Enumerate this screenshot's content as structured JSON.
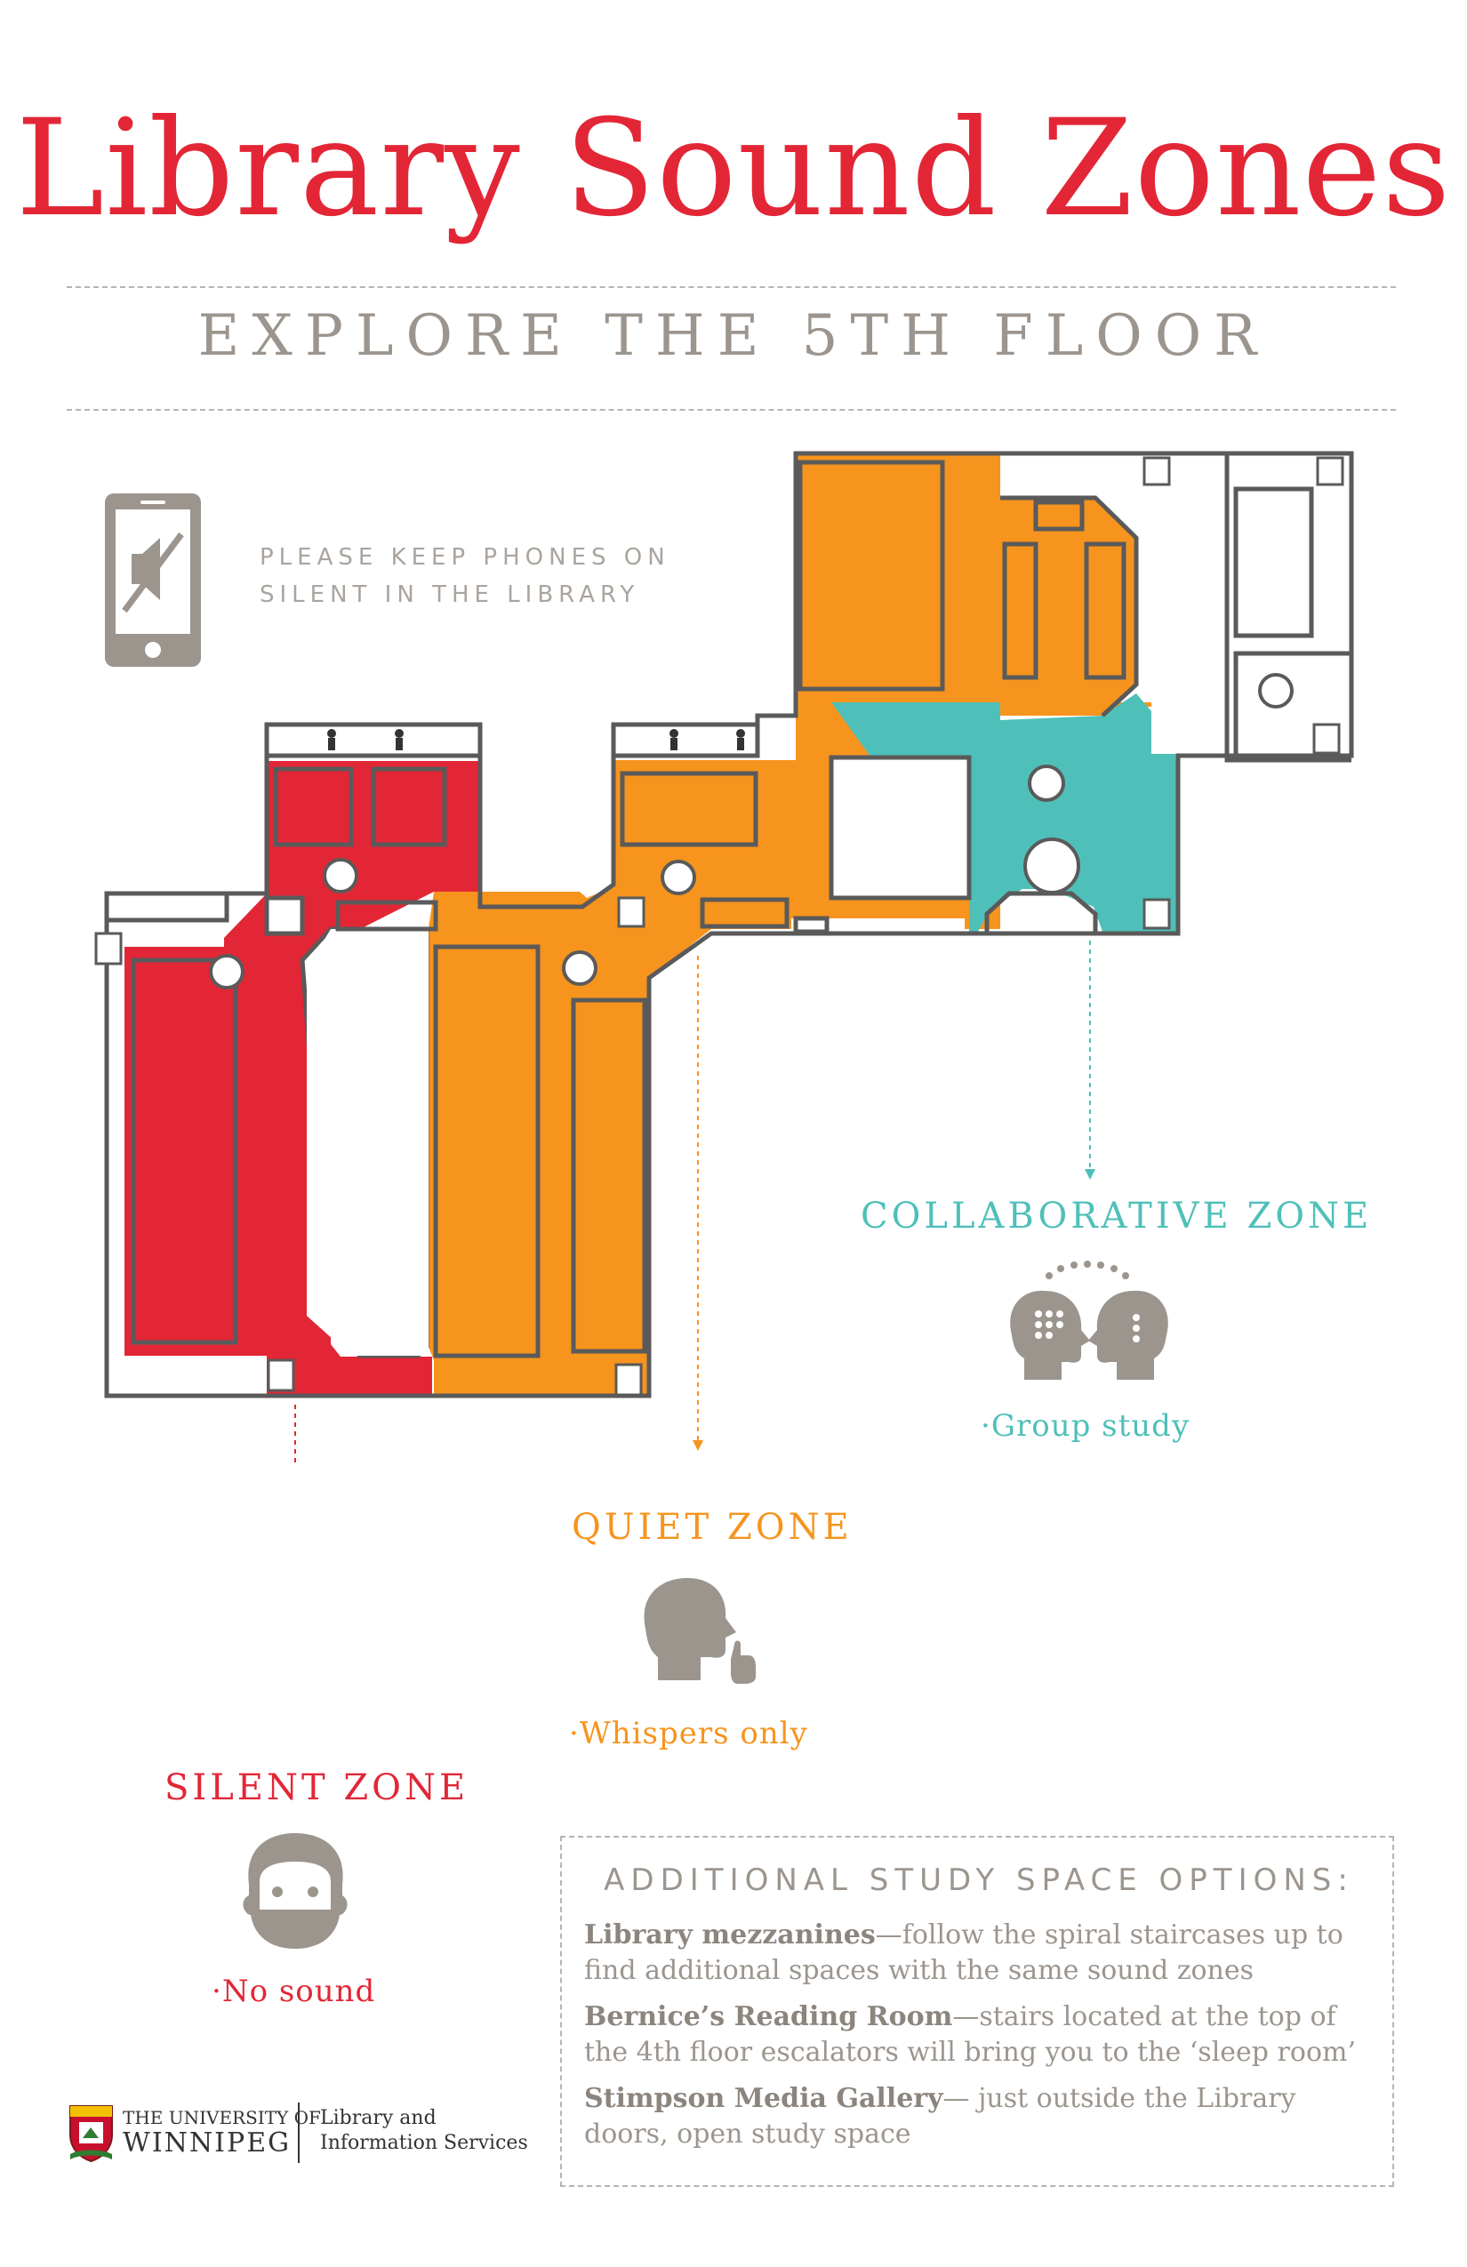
{
  "title": "Library Sound Zones",
  "subtitle": "EXPLORE THE 5TH FLOOR",
  "phone_notice": {
    "line1": "PLEASE KEEP PHONES ON",
    "line2": "SILENT IN THE LIBRARY",
    "icon": "silent-phone-icon"
  },
  "colors": {
    "silent": "#e32636",
    "quiet": "#f7941d",
    "collaborative": "#4fc0b9",
    "walls": "#5a5a5a",
    "text_gray": "#9c958e"
  },
  "zones": {
    "collaborative": {
      "title": "COLLABORATIVE ZONE",
      "bullet": "Group study",
      "icon": "two-heads-talking-icon"
    },
    "quiet": {
      "title": "QUIET ZONE",
      "bullet": "Whispers only",
      "icon": "whispering-head-icon"
    },
    "silent": {
      "title": "SILENT ZONE",
      "bullet": "No sound",
      "icon": "covered-mouth-face-icon"
    }
  },
  "additional": {
    "heading": "ADDITIONAL STUDY  SPACE OPTIONS:",
    "items": [
      {
        "name": "Library mezzanines",
        "text": "—follow the spiral staircases up to find additional spaces with the same sound zones"
      },
      {
        "name": "Bernice’s Reading Room",
        "text": "—stairs located at the top of the 4th floor escalators will bring you to the ‘sleep room’"
      },
      {
        "name": "Stimpson Media Gallery",
        "text": "— just outside the Library doors, open study space"
      }
    ]
  },
  "footer": {
    "university_line1": "THE UNIVERSITY OF",
    "university_line2": "WINNIPEG",
    "dept_line1": "Library and",
    "dept_line2": "Information Services",
    "logo_icon": "university-crest-icon"
  }
}
